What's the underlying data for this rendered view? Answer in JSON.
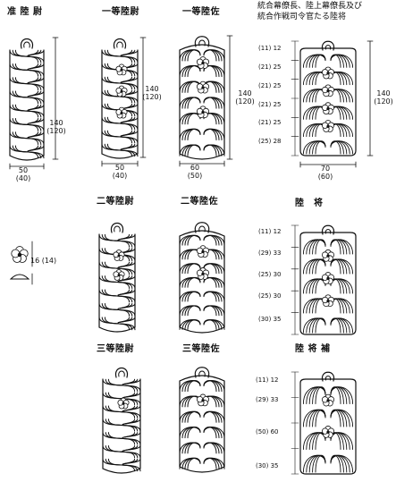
{
  "titles": {
    "jun_rikui": "准 陸 尉",
    "itto_rikui": "一等陸尉",
    "itto_rikusa": "一等陸佐",
    "tokatsu": "統合幕僚長、陸上幕僚長及び統合作戦司令官たる陸将",
    "nito_rikui": "二等陸尉",
    "nito_rikusa": "二等陸佐",
    "rikusho": "陸　将",
    "santo_rikui": "三等陸尉",
    "santo_rikusa": "三等陸佐",
    "rikushoho": "陸 将 補"
  },
  "tokatsu_lines": [
    "統合幕僚長、陸上幕僚長及び",
    "統合作戦司令官たる陸将"
  ],
  "dims": {
    "h_140_120": [
      "140",
      "(120)"
    ],
    "w_50_40": [
      "50",
      "(40)"
    ],
    "w_60_50": [
      "60",
      "(50)"
    ],
    "w_70_60": [
      "70",
      "(60)"
    ],
    "star_16_14": "16 (14)",
    "tokatsu_levels": [
      "(11) 12",
      "(21) 25",
      "(21) 25",
      "(21) 25",
      "(21) 25",
      "(25) 28"
    ],
    "rikusho_levels": [
      "(11) 12",
      "(29) 33",
      "(25) 30",
      "(25) 30",
      "(30) 35"
    ],
    "rikushoho_levels": [
      "(11) 12",
      "(29) 33",
      "(50) 60",
      "(30) 35"
    ]
  },
  "stars": {
    "jun_rikui": 0,
    "itto_rikui": 3,
    "itto_rikusa": 3,
    "tokatsu": 4,
    "nito_rikui": 2,
    "nito_rikusa": 2,
    "rikusho": 3,
    "santo_rikui": 1,
    "santo_rikusa": 1,
    "rikushoho": 2
  }
}
